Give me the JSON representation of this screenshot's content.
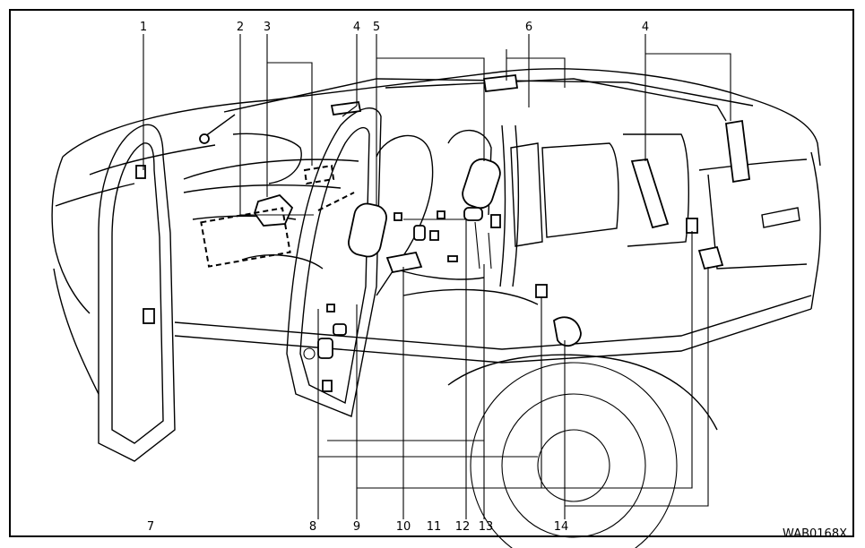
{
  "callouts": {
    "n1": "1",
    "n2": "2",
    "n3": "3",
    "n4a": "4",
    "n5": "5",
    "n6": "6",
    "n4b": "4",
    "n7": "7",
    "n8": "8",
    "n9": "9",
    "n10": "10",
    "n11": "11",
    "n12": "12",
    "n13": "13",
    "n14": "14"
  },
  "figure_code": "WAB0168X",
  "colors": {
    "line": "#000000",
    "background": "#ffffff"
  }
}
